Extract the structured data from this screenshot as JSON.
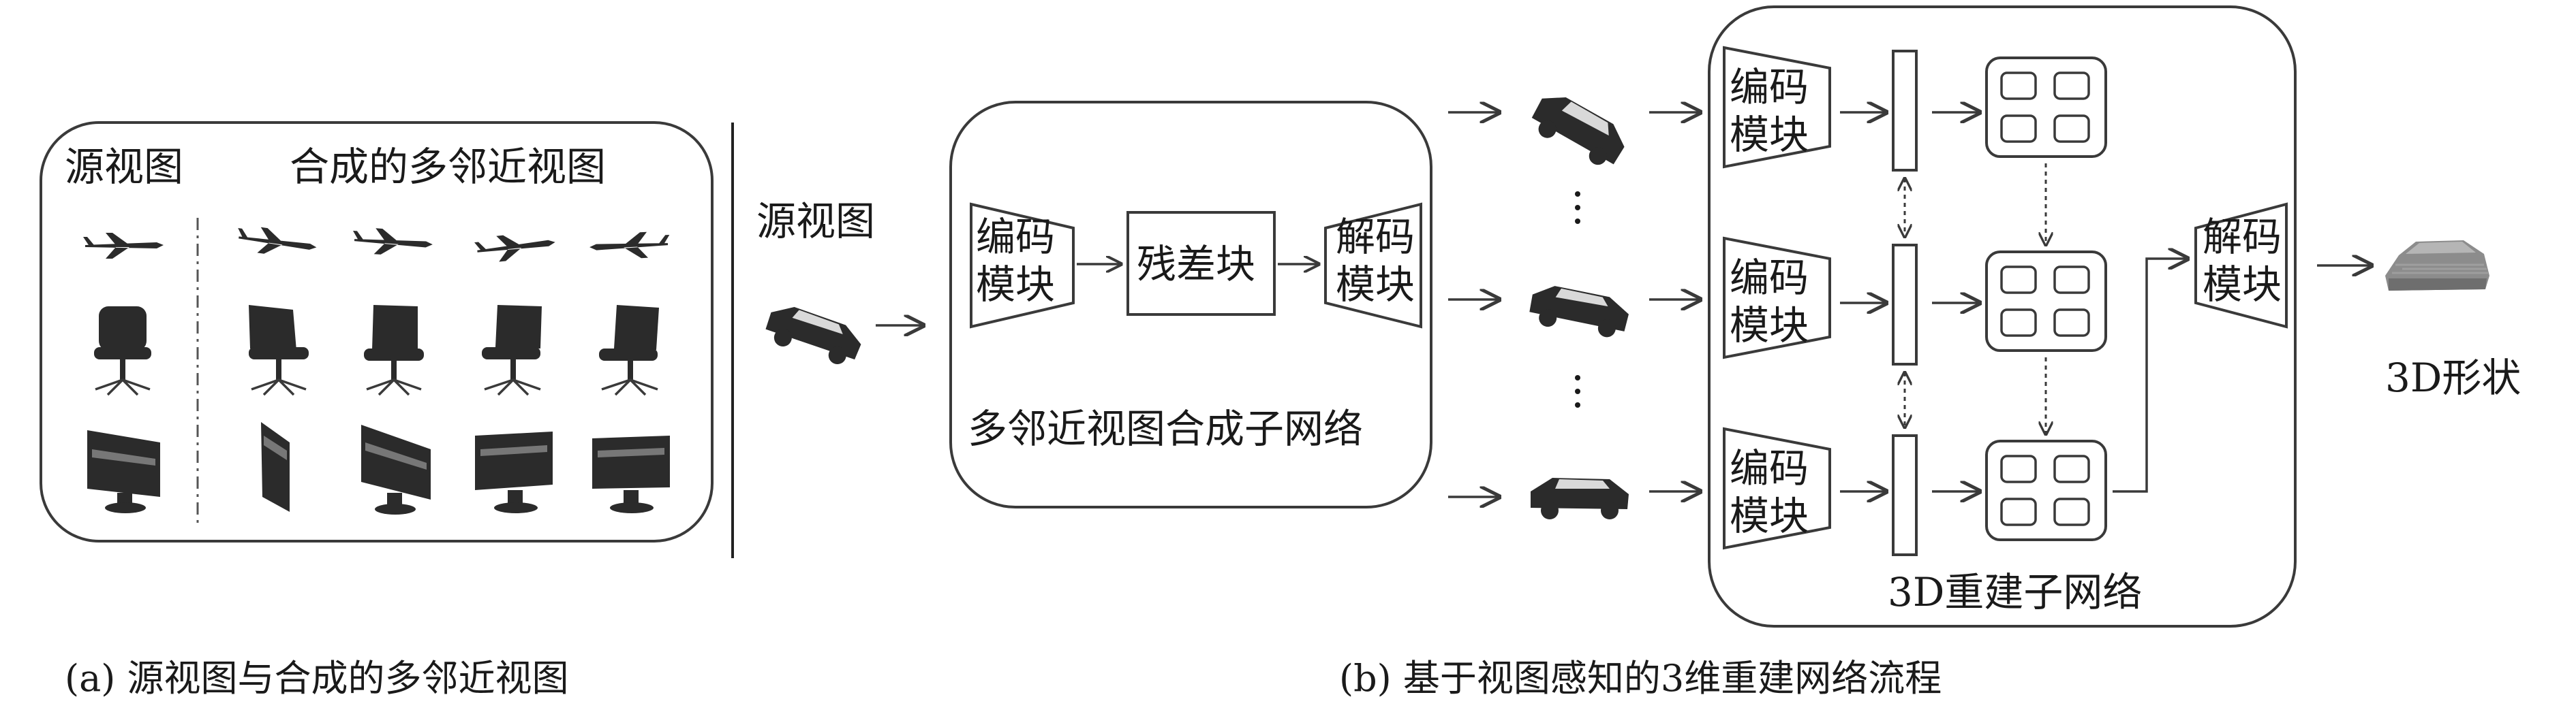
{
  "panel_a": {
    "source_view_label": "源视图",
    "synth_views_label": "合成的多邻近视图",
    "caption": "(a) 源视图与合成的多邻近视图"
  },
  "panel_b": {
    "source_view_label": "源视图",
    "encoder_label_line1": "编码",
    "encoder_label_line2": "模块",
    "residual_label": "残差块",
    "decoder_label_line1": "解码",
    "decoder_label_line2": "模块",
    "synthesis_subnet_label": "多邻近视图合成子网络",
    "recon_encoder_line1": "编码",
    "recon_encoder_line2": "模块",
    "recon_decoder_line1": "解码",
    "recon_decoder_line2": "模块",
    "recon_subnet_label": "3D重建子网络",
    "output_label": "3D形状",
    "caption": "(b) 基于视图感知的3维重建网络流程"
  }
}
